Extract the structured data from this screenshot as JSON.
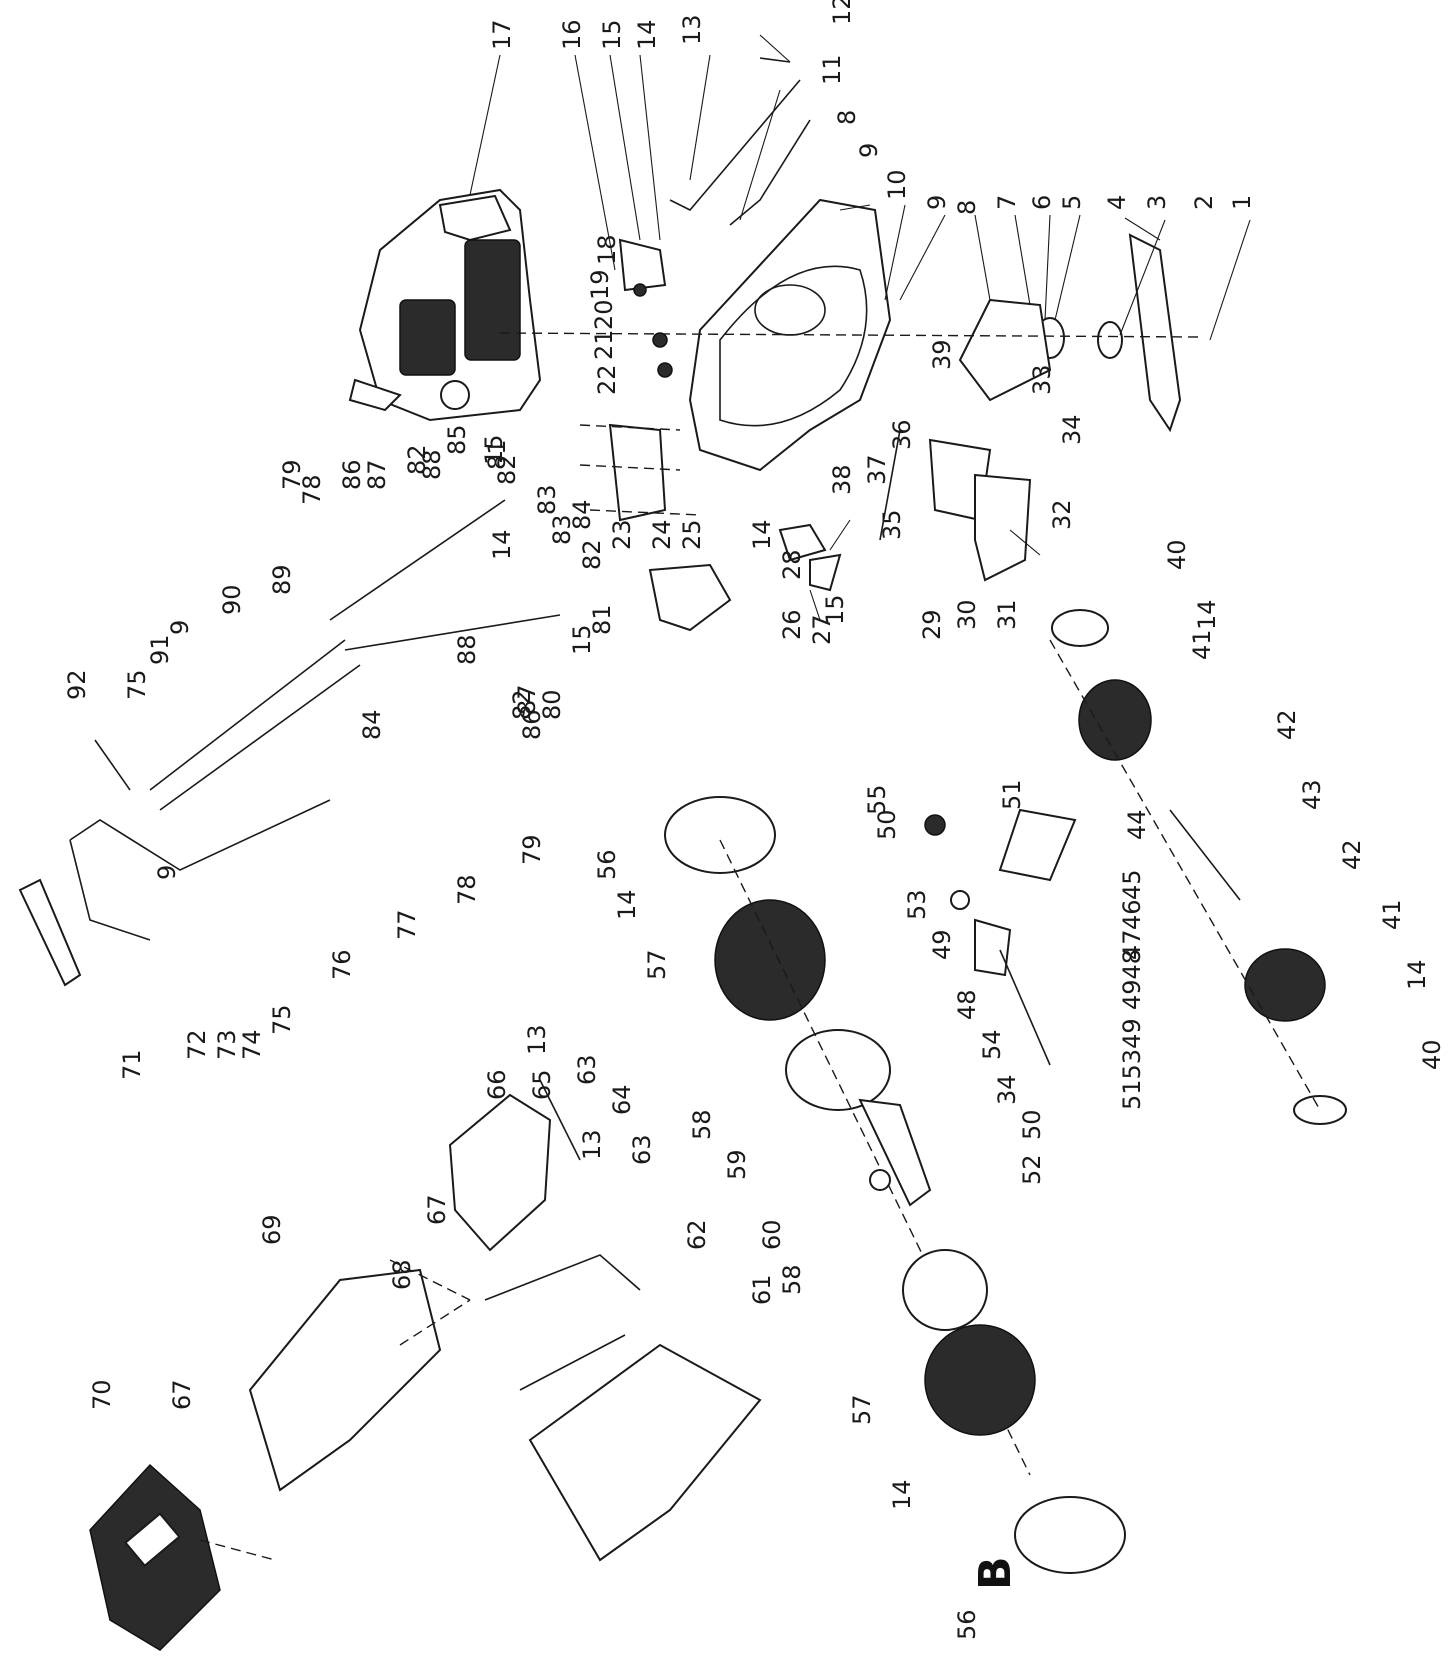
{
  "diagram": {
    "view_letter": "B",
    "part_labels": [
      {
        "id": "l1",
        "text": "1"
      },
      {
        "id": "l2",
        "text": "2"
      },
      {
        "id": "l3",
        "text": "3"
      },
      {
        "id": "l4",
        "text": "4"
      },
      {
        "id": "l5",
        "text": "5"
      },
      {
        "id": "l6",
        "text": "6"
      },
      {
        "id": "l7",
        "text": "7"
      },
      {
        "id": "l8a",
        "text": "8"
      },
      {
        "id": "l8b",
        "text": "8"
      },
      {
        "id": "l9a",
        "text": "9"
      },
      {
        "id": "l9b",
        "text": "9"
      },
      {
        "id": "l9c",
        "text": "9"
      },
      {
        "id": "l9d",
        "text": "9"
      },
      {
        "id": "l10",
        "text": "10"
      },
      {
        "id": "l11",
        "text": "11"
      },
      {
        "id": "l12",
        "text": "12"
      },
      {
        "id": "l13a",
        "text": "13"
      },
      {
        "id": "l13b",
        "text": "13"
      },
      {
        "id": "l13c",
        "text": "13"
      },
      {
        "id": "l14a",
        "text": "14"
      },
      {
        "id": "l14b",
        "text": "14"
      },
      {
        "id": "l14c",
        "text": "14"
      },
      {
        "id": "l14d",
        "text": "14"
      },
      {
        "id": "l14e",
        "text": "14"
      },
      {
        "id": "l14f",
        "text": "14"
      },
      {
        "id": "l14g",
        "text": "14"
      },
      {
        "id": "l15a",
        "text": "15"
      },
      {
        "id": "l15b",
        "text": "15"
      },
      {
        "id": "l15c",
        "text": "15"
      },
      {
        "id": "l15d",
        "text": "15"
      },
      {
        "id": "l16",
        "text": "16"
      },
      {
        "id": "l17",
        "text": "17"
      },
      {
        "id": "l18",
        "text": "18"
      },
      {
        "id": "l19",
        "text": "19"
      },
      {
        "id": "l20",
        "text": "20"
      },
      {
        "id": "l21",
        "text": "21"
      },
      {
        "id": "l22",
        "text": "22"
      },
      {
        "id": "l23",
        "text": "23"
      },
      {
        "id": "l24",
        "text": "24"
      },
      {
        "id": "l25",
        "text": "25"
      },
      {
        "id": "l26",
        "text": "26"
      },
      {
        "id": "l27",
        "text": "27"
      },
      {
        "id": "l28",
        "text": "28"
      },
      {
        "id": "l29",
        "text": "29"
      },
      {
        "id": "l30",
        "text": "30"
      },
      {
        "id": "l31",
        "text": "31"
      },
      {
        "id": "l32",
        "text": "32"
      },
      {
        "id": "l33",
        "text": "33"
      },
      {
        "id": "l34a",
        "text": "34"
      },
      {
        "id": "l34b",
        "text": "34"
      },
      {
        "id": "l35",
        "text": "35"
      },
      {
        "id": "l36",
        "text": "36"
      },
      {
        "id": "l37",
        "text": "37"
      },
      {
        "id": "l38",
        "text": "38"
      },
      {
        "id": "l39",
        "text": "39"
      },
      {
        "id": "l40a",
        "text": "40"
      },
      {
        "id": "l40b",
        "text": "40"
      },
      {
        "id": "l41a",
        "text": "41"
      },
      {
        "id": "l41b",
        "text": "41"
      },
      {
        "id": "l42a",
        "text": "42"
      },
      {
        "id": "l42b",
        "text": "42"
      },
      {
        "id": "l43",
        "text": "43"
      },
      {
        "id": "l44",
        "text": "44"
      },
      {
        "id": "l45",
        "text": "45"
      },
      {
        "id": "l46",
        "text": "46"
      },
      {
        "id": "l47",
        "text": "47"
      },
      {
        "id": "l48",
        "text": "48"
      },
      {
        "id": "l4948",
        "text": "4948"
      },
      {
        "id": "l49",
        "text": "49"
      },
      {
        "id": "l50a",
        "text": "50"
      },
      {
        "id": "l50b",
        "text": "50"
      },
      {
        "id": "l51a",
        "text": "51"
      },
      {
        "id": "l5153",
        "text": "515349"
      },
      {
        "id": "l52",
        "text": "52"
      },
      {
        "id": "l53",
        "text": "53"
      },
      {
        "id": "l54",
        "text": "54"
      },
      {
        "id": "l55",
        "text": "55"
      },
      {
        "id": "l56a",
        "text": "56"
      },
      {
        "id": "l56b",
        "text": "56"
      },
      {
        "id": "l57a",
        "text": "57"
      },
      {
        "id": "l57b",
        "text": "57"
      },
      {
        "id": "l58a",
        "text": "58"
      },
      {
        "id": "l58b",
        "text": "58"
      },
      {
        "id": "l59",
        "text": "59"
      },
      {
        "id": "l60",
        "text": "60"
      },
      {
        "id": "l61",
        "text": "61"
      },
      {
        "id": "l62",
        "text": "62"
      },
      {
        "id": "l63a",
        "text": "63"
      },
      {
        "id": "l63b",
        "text": "63"
      },
      {
        "id": "l64",
        "text": "64"
      },
      {
        "id": "l65",
        "text": "65"
      },
      {
        "id": "l66",
        "text": "66"
      },
      {
        "id": "l67a",
        "text": "67"
      },
      {
        "id": "l67b",
        "text": "67"
      },
      {
        "id": "l68",
        "text": "68"
      },
      {
        "id": "l69",
        "text": "69"
      },
      {
        "id": "l70",
        "text": "70"
      },
      {
        "id": "l71",
        "text": "71"
      },
      {
        "id": "l72",
        "text": "72"
      },
      {
        "id": "l73",
        "text": "73"
      },
      {
        "id": "l74",
        "text": "74"
      },
      {
        "id": "l75a",
        "text": "75"
      },
      {
        "id": "l75b",
        "text": "75"
      },
      {
        "id": "l76",
        "text": "76"
      },
      {
        "id": "l77",
        "text": "77"
      },
      {
        "id": "l78a",
        "text": "78"
      },
      {
        "id": "l78b",
        "text": "78"
      },
      {
        "id": "l79a",
        "text": "79"
      },
      {
        "id": "l79b",
        "text": "79"
      },
      {
        "id": "l80",
        "text": "80"
      },
      {
        "id": "l81a",
        "text": "81"
      },
      {
        "id": "l81b",
        "text": "81"
      },
      {
        "id": "l82a",
        "text": "82"
      },
      {
        "id": "l82b",
        "text": "82"
      },
      {
        "id": "l82c",
        "text": "82"
      },
      {
        "id": "l82d",
        "text": "82"
      },
      {
        "id": "l83a",
        "text": "83"
      },
      {
        "id": "l83b",
        "text": "83"
      },
      {
        "id": "l84a",
        "text": "84"
      },
      {
        "id": "l84b",
        "text": "84"
      },
      {
        "id": "l85",
        "text": "85"
      },
      {
        "id": "l86a",
        "text": "86"
      },
      {
        "id": "l86b",
        "text": "86"
      },
      {
        "id": "l87a",
        "text": "87"
      },
      {
        "id": "l87b",
        "text": "87"
      },
      {
        "id": "l88a",
        "text": "88"
      },
      {
        "id": "l88b",
        "text": "88"
      },
      {
        "id": "l89",
        "text": "89"
      },
      {
        "id": "l90",
        "text": "90"
      },
      {
        "id": "l91",
        "text": "91"
      },
      {
        "id": "l92",
        "text": "92"
      }
    ]
  }
}
